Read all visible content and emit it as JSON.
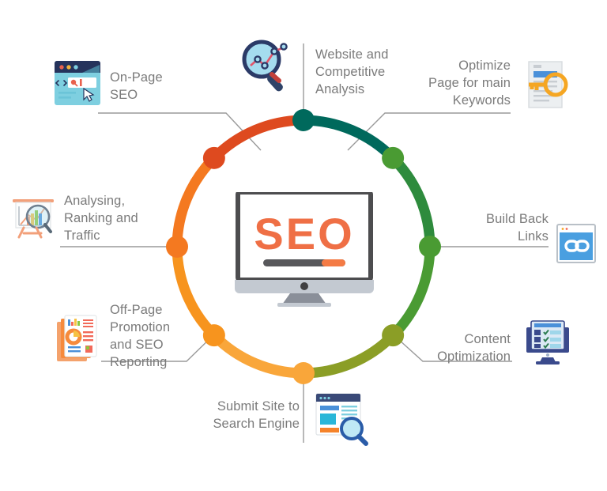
{
  "diagram": {
    "title_center": "SEO",
    "type": "circular-process-infographic",
    "center": {
      "label": "SEO",
      "label_color": "#ef6f45",
      "progress_bar": {
        "track_color": "#58585b",
        "fill_color": "#f47b45"
      }
    },
    "ring": {
      "segments": [
        {
          "name": "website-competitive-analysis",
          "color": "#00695c",
          "from_deg": 0,
          "to_deg": 45
        },
        {
          "name": "optimize-page-keywords",
          "color": "#2e8b3d",
          "from_deg": 45,
          "to_deg": 90
        },
        {
          "name": "build-back-links",
          "color": "#4a9b33",
          "from_deg": 90,
          "to_deg": 135
        },
        {
          "name": "content-optimization",
          "color": "#8b9e26",
          "from_deg": 135,
          "to_deg": 180
        },
        {
          "name": "submit-site-search-engine",
          "color": "#f9a63a",
          "from_deg": 180,
          "to_deg": 225
        },
        {
          "name": "off-page-promotion",
          "color": "#f7941e",
          "from_deg": 225,
          "to_deg": 270
        },
        {
          "name": "analysing-ranking-traffic",
          "color": "#f47920",
          "from_deg": 270,
          "to_deg": 315
        },
        {
          "name": "on-page-seo",
          "color": "#de4a1f",
          "from_deg": 315,
          "to_deg": 360
        }
      ],
      "nodes": [
        {
          "name": "node-top",
          "color": "#00695c"
        },
        {
          "name": "node-upper-right",
          "color": "#4a9b33"
        },
        {
          "name": "node-right",
          "color": "#4a9b33"
        },
        {
          "name": "node-lower-right",
          "color": "#8b9e26"
        },
        {
          "name": "node-bottom",
          "color": "#f9a63a"
        },
        {
          "name": "node-lower-left",
          "color": "#f7941e"
        },
        {
          "name": "node-left",
          "color": "#f47920"
        },
        {
          "name": "node-upper-left",
          "color": "#de4a1f"
        }
      ],
      "connector_color": "#9a9a9a"
    },
    "items": [
      {
        "id": "website-competitive-analysis",
        "label": "Website and\nCompetitive\nAnalysis",
        "icon": "magnifier-chart-icon",
        "position": "top"
      },
      {
        "id": "optimize-page-keywords",
        "label": "Optimize\nPage for main\nKeywords",
        "icon": "document-key-icon",
        "position": "top-right"
      },
      {
        "id": "build-back-links",
        "label": "Build Back\nLinks",
        "icon": "chain-link-browser-icon",
        "position": "right"
      },
      {
        "id": "content-optimization",
        "label": "Content\nOptimization",
        "icon": "monitor-checklist-icon",
        "position": "bottom-right"
      },
      {
        "id": "submit-site-search-engine",
        "label": "Submit Site to\nSearch Engine",
        "icon": "browser-search-icon",
        "position": "bottom"
      },
      {
        "id": "off-page-promotion",
        "label": "Off-Page\nPromotion\nand SEO\nReporting",
        "icon": "report-stack-icon",
        "position": "bottom-left"
      },
      {
        "id": "analysing-ranking-traffic",
        "label": "Analysing,\nRanking and\nTraffic",
        "icon": "easel-chart-magnifier-icon",
        "position": "left"
      },
      {
        "id": "on-page-seo",
        "label": "On-Page\nSEO",
        "icon": "browser-code-cursor-icon",
        "position": "top-left"
      }
    ]
  }
}
